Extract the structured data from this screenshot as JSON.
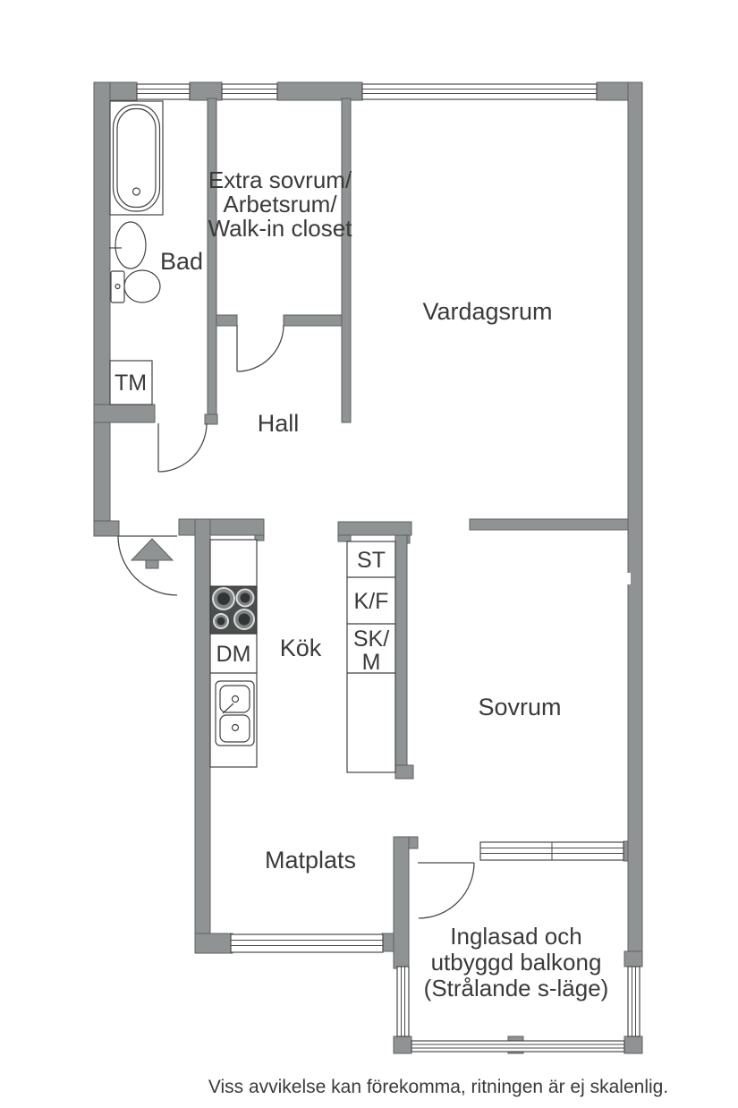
{
  "floorplan": {
    "rooms": {
      "bad": {
        "label": "Bad"
      },
      "extra_sovrum": {
        "lines": [
          "Extra sovrum/",
          "Arbetsrum/",
          "Walk-in closet"
        ]
      },
      "vardagsrum": {
        "label": "Vardagsrum"
      },
      "hall": {
        "label": "Hall"
      },
      "kok": {
        "label": "Kök"
      },
      "sovrum": {
        "label": "Sovrum"
      },
      "matplats": {
        "label": "Matplats"
      },
      "balkong": {
        "lines": [
          "Inglasad och",
          "utbyggd balkong",
          "(Strålande s-läge)"
        ]
      }
    },
    "fixtures": {
      "tm": "TM",
      "dm": "DM",
      "st": "ST",
      "kf": "K/F",
      "skm_lines": [
        "SK/",
        "M"
      ]
    },
    "disclaimer": "Viss avvikelse kan förekomma, ritningen är ej skalenlig.",
    "colors": {
      "wall": "#8f9394",
      "wall_outline": "#5d6162",
      "background": "#ffffff",
      "text": "#3a3a3a",
      "stove": "#4b4e4e"
    }
  }
}
